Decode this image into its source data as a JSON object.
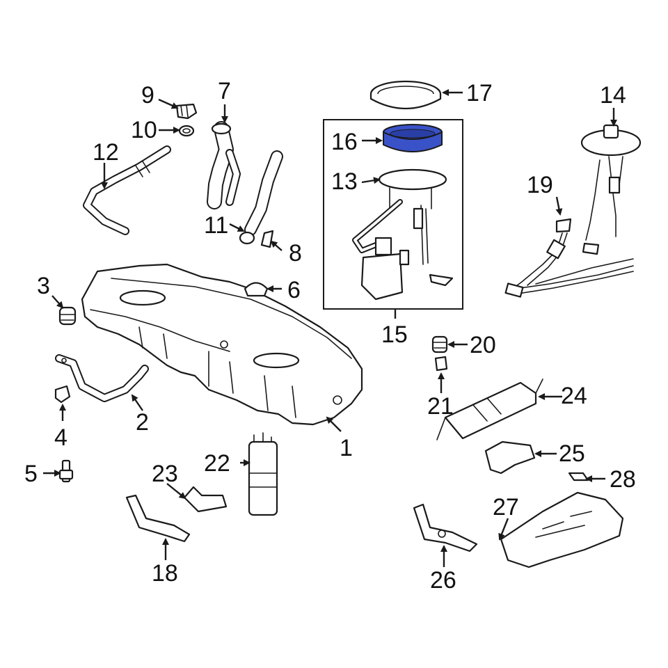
{
  "colors": {
    "line": "#1a1a1a",
    "highlight": "#3a52c8",
    "background": "#ffffff"
  },
  "highlighted_part": "16",
  "labels": {
    "l1": "1",
    "l2": "2",
    "l3": "3",
    "l4": "4",
    "l5": "5",
    "l6": "6",
    "l7": "7",
    "l8": "8",
    "l9": "9",
    "l10": "10",
    "l11": "11",
    "l12": "12",
    "l13": "13",
    "l14": "14",
    "l15": "15",
    "l16": "16",
    "l17": "17",
    "l18": "18",
    "l19": "19",
    "l20": "20",
    "l21": "21",
    "l22": "22",
    "l23": "23",
    "l24": "24",
    "l25": "25",
    "l26": "26",
    "l27": "27",
    "l28": "28"
  }
}
